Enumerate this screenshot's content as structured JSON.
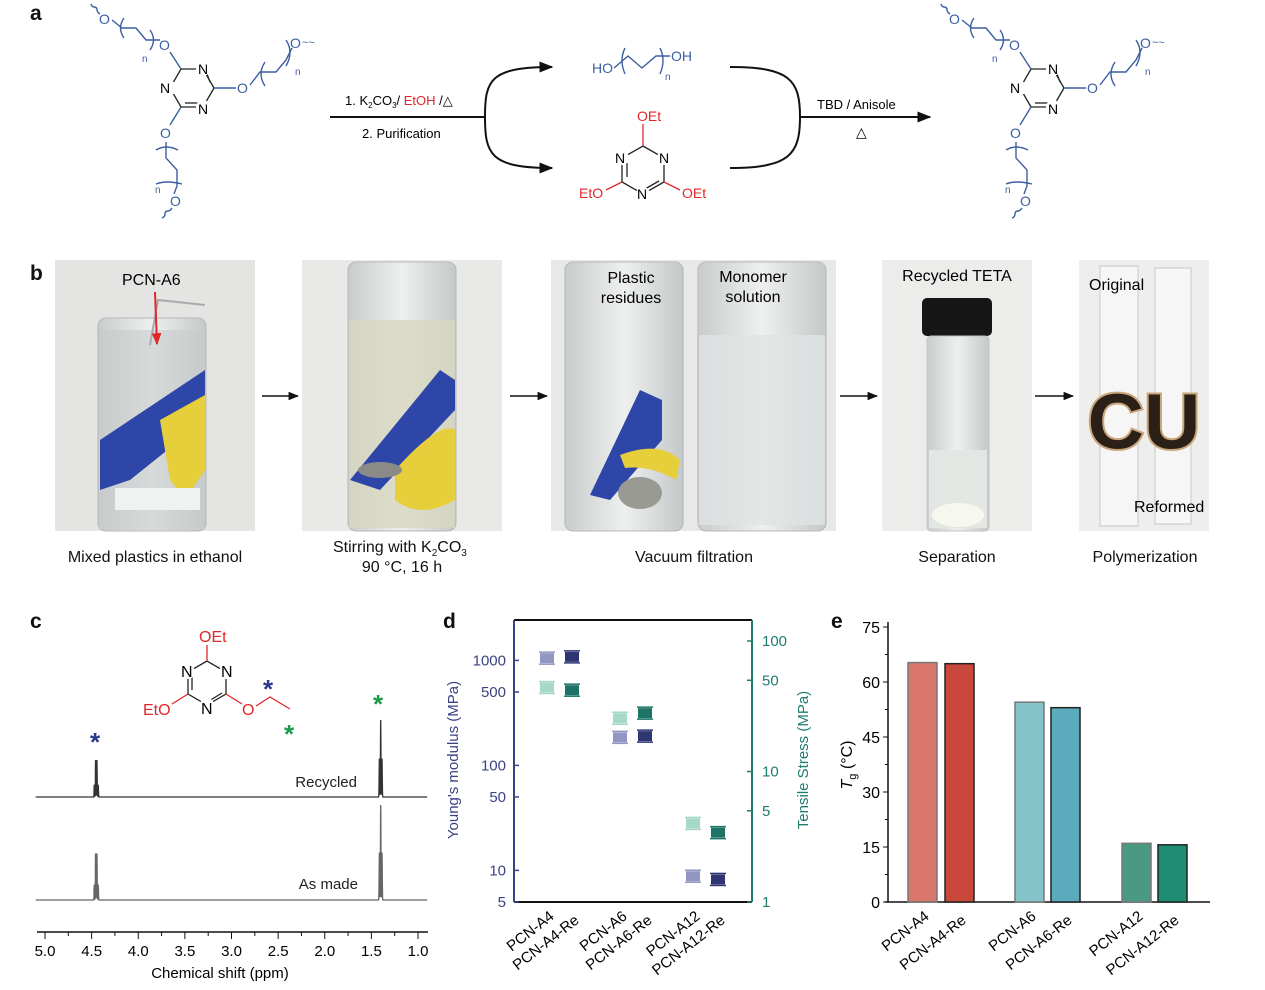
{
  "panel_labels": {
    "a": "a",
    "b": "b",
    "c": "c",
    "d": "d",
    "e": "e"
  },
  "panel_a": {
    "atoms": {
      "O": "O",
      "N": "N",
      "n": "n",
      "HO": "HO",
      "OH": "OH",
      "OEt": "OEt",
      "EtO": "EtO",
      "wavy": "~~"
    },
    "step1": {
      "prefix": "1. K",
      "sub1": "2",
      "mid": "CO",
      "sub2": "3",
      "slash": "/ ",
      "solvent": "EtOH",
      "slash2": " /",
      "heat": "△"
    },
    "step2": "2. Purification",
    "conditions": "TBD / Anisole",
    "conditions_heat": "△"
  },
  "panel_b": {
    "photo_labels": {
      "pcn": "PCN-A6",
      "plastic_1": "Plastic",
      "plastic_2": "residues",
      "monomer_1": "Monomer",
      "monomer_2": "solution",
      "teta": "Recycled TETA",
      "original": "Original",
      "reformed": "Reformed",
      "logo_text": "CU"
    },
    "captions": {
      "step1": "Mixed plastics in ethanol",
      "step2_prefix": "Stirring with K",
      "step2_sub1": "2",
      "step2_mid": "CO",
      "step2_sub2": "3",
      "step2_line2": "90 °C, 16 h",
      "step3": "Vacuum filtration",
      "step4": "Separation",
      "step5": "Polymerization"
    }
  },
  "panel_c": {
    "molecule": {
      "OEt": "OEt",
      "EtO": "EtO",
      "N": "N",
      "O": "O",
      "star": "*"
    },
    "chart_data": {
      "type": "line",
      "title": "",
      "xlabel": "Chemical shift (ppm)",
      "xlim": [
        5.1,
        0.9
      ],
      "xticks": [
        "5.0",
        "4.5",
        "4.0",
        "3.5",
        "3.0",
        "2.5",
        "2.0",
        "1.5",
        "1.0"
      ],
      "series": [
        {
          "name": "Recycled",
          "peaks": [
            {
              "ppm": 4.45,
              "multiplicity": "quartet",
              "relative_intensity": 0.48
            },
            {
              "ppm": 1.4,
              "multiplicity": "triplet",
              "relative_intensity": 1.0
            }
          ]
        },
        {
          "name": "As made",
          "peaks": [
            {
              "ppm": 4.45,
              "multiplicity": "quartet",
              "relative_intensity": 0.49
            },
            {
              "ppm": 1.4,
              "multiplicity": "triplet",
              "relative_intensity": 1.0
            }
          ]
        }
      ]
    }
  },
  "panel_d": {
    "chart_data": {
      "type": "scatter",
      "categories": [
        "PCN-A4",
        "PCN-A4-Re",
        "PCN-A6",
        "PCN-A6-Re",
        "PCN-A12",
        "PCN-A12-Re"
      ],
      "ylabel": "Young's modulus (MPa)",
      "y2label": "Tensile Stress (MPa)",
      "yscale": "log",
      "ylim": [
        5,
        2400
      ],
      "y2lim": [
        1,
        145
      ],
      "yticks": [
        "5",
        "10",
        "50",
        "100",
        "500",
        "1000"
      ],
      "y2ticks": [
        "1",
        "5",
        "10",
        "50",
        "100"
      ],
      "series": [
        {
          "name": "Young's modulus",
          "axis": "left",
          "values": [
            1050,
            1080,
            185,
            190,
            8.8,
            8.2
          ]
        },
        {
          "name": "Tensile Stress",
          "axis": "right",
          "values": [
            44,
            42,
            25.6,
            28,
            4.0,
            3.4
          ]
        }
      ],
      "colors": {
        "modulus_light": "#9196c2",
        "modulus_dark": "#2e3570",
        "stress_light": "#a6d8c7",
        "stress_dark": "#1d7466",
        "left_axis": "#3a4285",
        "right_axis": "#1f7d70"
      }
    }
  },
  "panel_e": {
    "chart_data": {
      "type": "bar",
      "categories": [
        "PCN-A4",
        "PCN-A4-Re",
        "PCN-A6",
        "PCN-A6-Re",
        "PCN-A12",
        "PCN-A12-Re"
      ],
      "values": [
        65.3,
        65.0,
        54.5,
        53.0,
        16.0,
        15.6
      ],
      "ylabel_main": "T",
      "ylabel_sub": "g",
      "ylabel_unit": " (°C)",
      "ylim": [
        0,
        75
      ],
      "yticks": [
        "0",
        "15",
        "30",
        "45",
        "60",
        "75"
      ],
      "colors": [
        "#d9776c",
        "#c9473b",
        "#85c3cb",
        "#5aabbc",
        "#4a9a83",
        "#1f8d73"
      ]
    }
  }
}
